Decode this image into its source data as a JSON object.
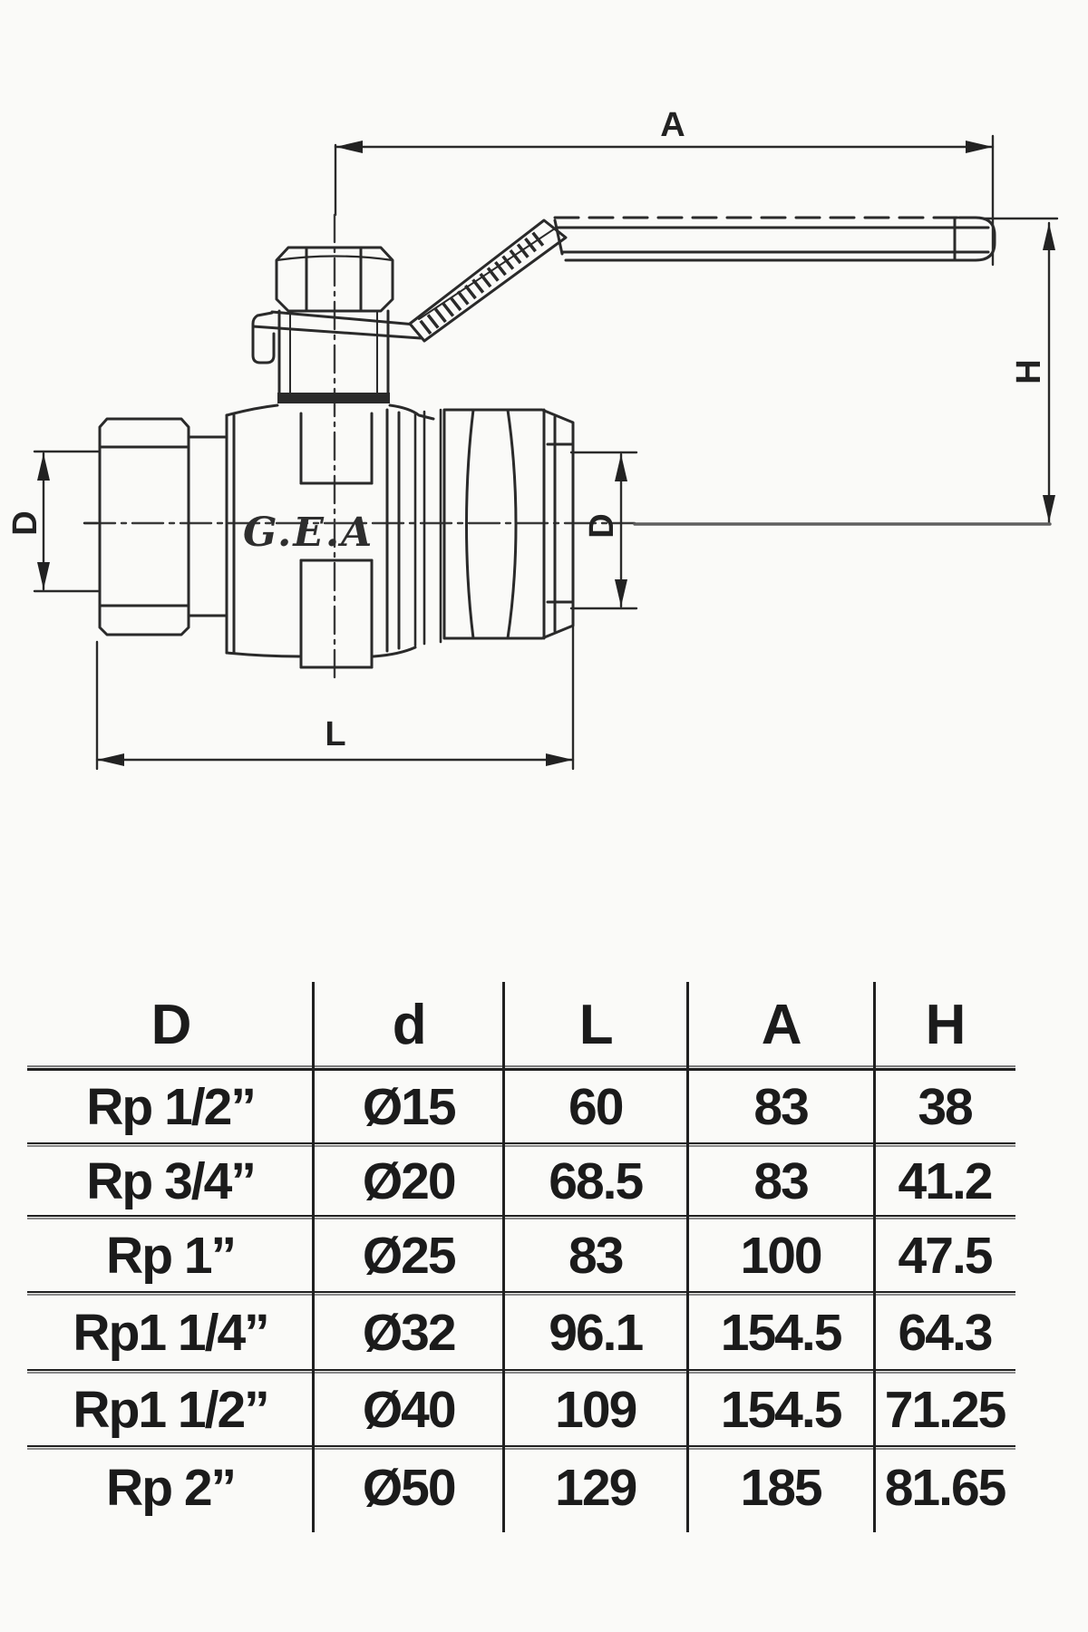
{
  "drawing": {
    "labels": {
      "A": "A",
      "H": "H",
      "D_left": "D",
      "D_right": "D",
      "L": "L"
    },
    "logo": "G.E.A",
    "line_color": "#2a2a2a",
    "background": "#fafaf8"
  },
  "table": {
    "headers": [
      "D",
      "d",
      "L",
      "A",
      "H"
    ],
    "rows": [
      [
        "Rp 1/2”",
        "Ø15",
        "60",
        "83",
        "38"
      ],
      [
        "Rp 3/4”",
        "Ø20",
        "68.5",
        "83",
        "41.2"
      ],
      [
        "Rp 1”",
        "Ø25",
        "83",
        "100",
        "47.5"
      ],
      [
        "Rp1 1/4”",
        "Ø32",
        "96.1",
        "154.5",
        "64.3"
      ],
      [
        "Rp1 1/2”",
        "Ø40",
        "109",
        "154.5",
        "71.25"
      ],
      [
        "Rp 2”",
        "Ø50",
        "129",
        "185",
        "81.65"
      ]
    ]
  }
}
